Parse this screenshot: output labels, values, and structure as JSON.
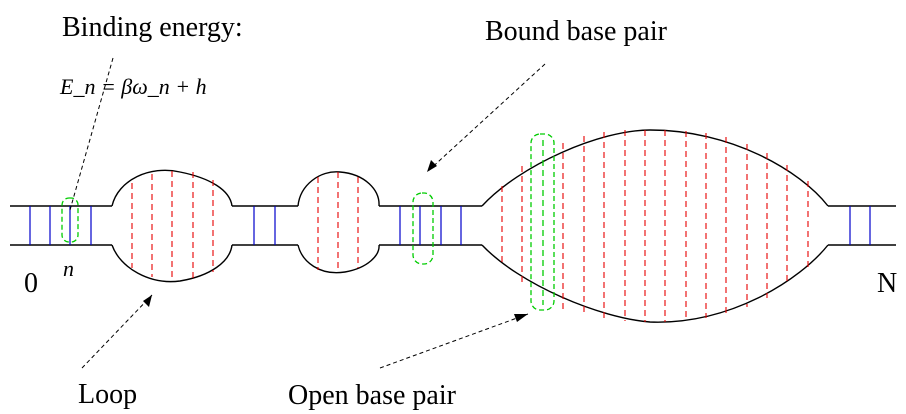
{
  "labels": {
    "binding_energy": "Binding energy:",
    "formula": "E_n = βω_n + h",
    "bound_base_pair": "Bound base pair",
    "loop": "Loop",
    "open_base_pair": "Open base pair",
    "start": "0",
    "end": "N",
    "index": "n"
  },
  "colors": {
    "strand": "#000000",
    "bound_rung": "#0000cc",
    "open_rung": "#e60000",
    "highlight": "#00cc00"
  }
}
